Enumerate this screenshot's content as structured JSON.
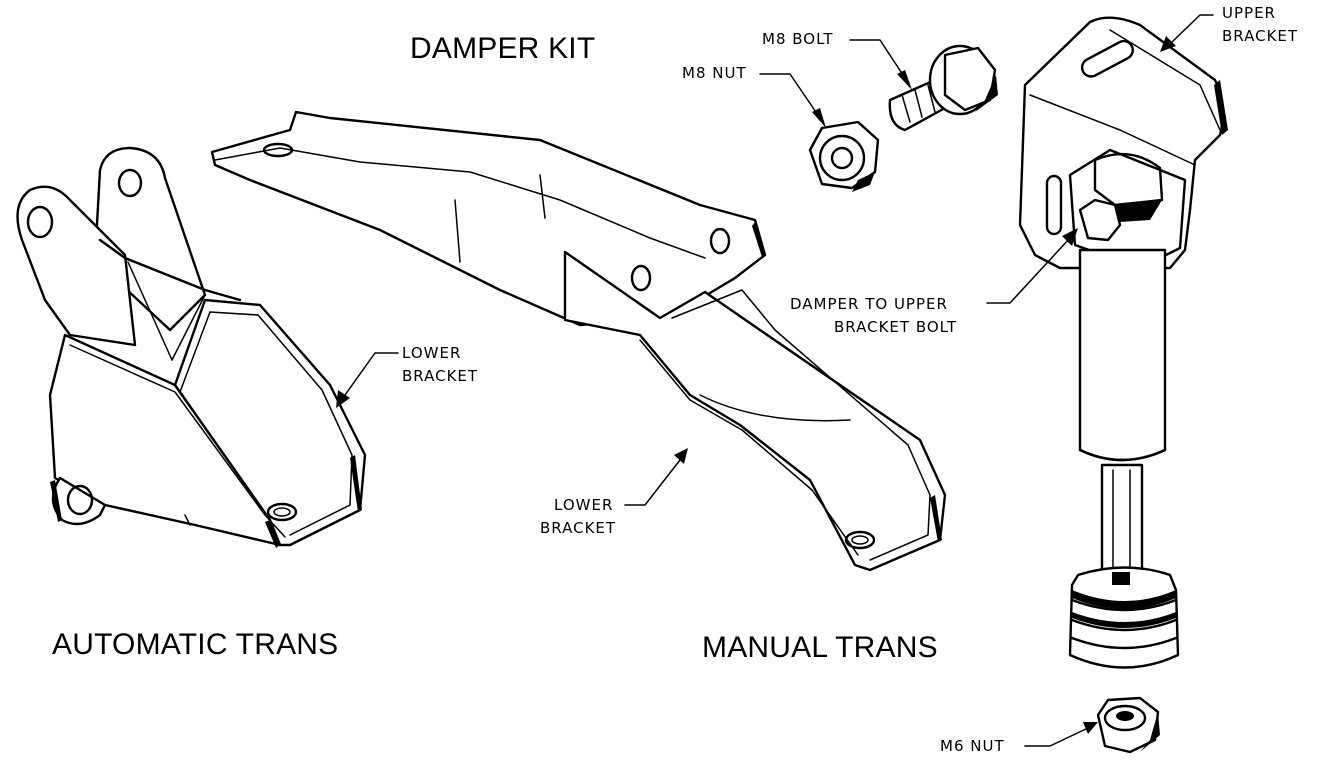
{
  "titles": {
    "damper_kit": "DAMPER KIT",
    "automatic_trans": "AUTOMATIC TRANS",
    "manual_trans": "MANUAL TRANS"
  },
  "callouts": {
    "m8_bolt": "M8 BOLT",
    "m8_nut": "M8 NUT",
    "upper_bracket_line1": "UPPER",
    "upper_bracket_line2": "BRACKET",
    "damper_bolt_line1": "DAMPER TO UPPER",
    "damper_bolt_line2": "BRACKET BOLT",
    "auto_lower_line1": "LOWER",
    "auto_lower_line2": "BRACKET",
    "manual_lower_line1": "LOWER",
    "manual_lower_line2": "BRACKET",
    "m6_nut": "M6 NUT"
  }
}
